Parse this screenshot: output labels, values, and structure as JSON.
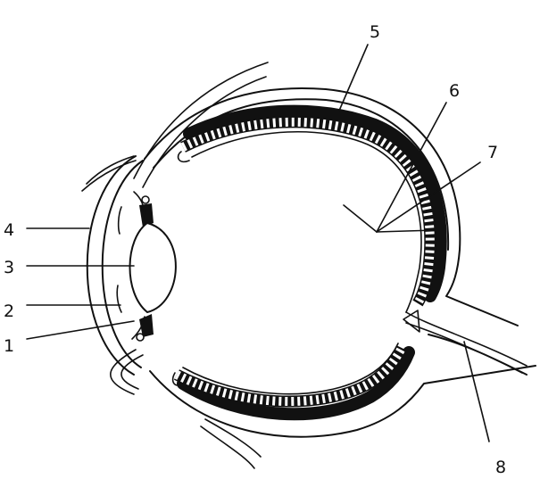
{
  "labels": {
    "l1": "1",
    "l2": "2",
    "l3": "3",
    "l4": "4",
    "l5": "5",
    "l6": "6",
    "l7": "7",
    "l8": "8"
  },
  "colors": {
    "ink": "#111111",
    "background": "#ffffff"
  }
}
